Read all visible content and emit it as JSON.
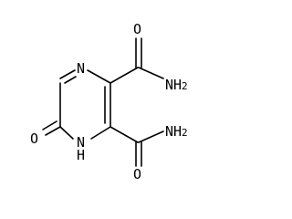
{
  "atoms": {
    "ring_n_top": "N",
    "ring_n_bottom": "N",
    "ring_h": "H",
    "ketone_o": "O",
    "amide_top_o": "O",
    "amide_top_n": "NH",
    "amide_top_sub": "2",
    "amide_bottom_o": "O",
    "amide_bottom_n": "NH",
    "amide_bottom_sub": "2"
  }
}
